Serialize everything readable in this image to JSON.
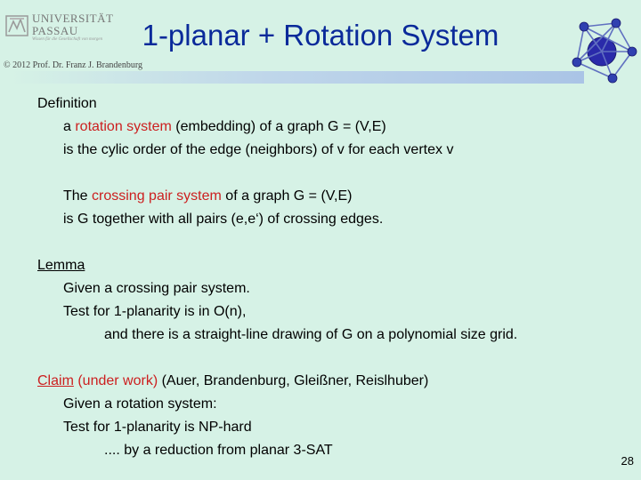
{
  "logo": {
    "name_line1": "UNIVERSITÄT",
    "name_line2": "PASSAU",
    "tagline": "Wissen für die Gesellschaft von morgen",
    "colors": {
      "text": "#777777",
      "accent": "#b0b0b0"
    }
  },
  "title": "1-planar + Rotation System",
  "copyright": "© 2012 Prof. Dr. Franz J. Brandenburg",
  "icon": "graph-network-icon",
  "colors": {
    "title": "#0a2a9a",
    "highlight": "#cc1f1f",
    "background": "#d6f2e6"
  },
  "definition": {
    "heading": "Definition",
    "p1_a": "a ",
    "p1_term": "rotation system",
    "p1_b": " (embedding)  of  a graph  G = (V,E)",
    "p1_line2": "is the cylic order of the edge (neighbors) of  v  for each vertex  v",
    "p2_a": "The ",
    "p2_term": "crossing pair system",
    "p2_b": " of a graph G = (V,E)",
    "p2_line2": "is G  together with all pairs  (e,e‘)  of crossing edges."
  },
  "lemma": {
    "heading": "Lemma",
    "line1": "Given a crossing pair system.",
    "line2": "Test for 1-planarity is in O(n),",
    "line3": "and there is a straight-line drawing of  G  on a polynomial size grid."
  },
  "claim": {
    "heading": "Claim",
    "status": " (under work)",
    "authors": " (Auer, Brandenburg, Gleißner, Reislhuber)",
    "line1": "Given a rotation system:",
    "line2": "Test for 1-planarity is NP-hard",
    "line3": ".... by a reduction from planar 3-SAT"
  },
  "page_number": "28"
}
